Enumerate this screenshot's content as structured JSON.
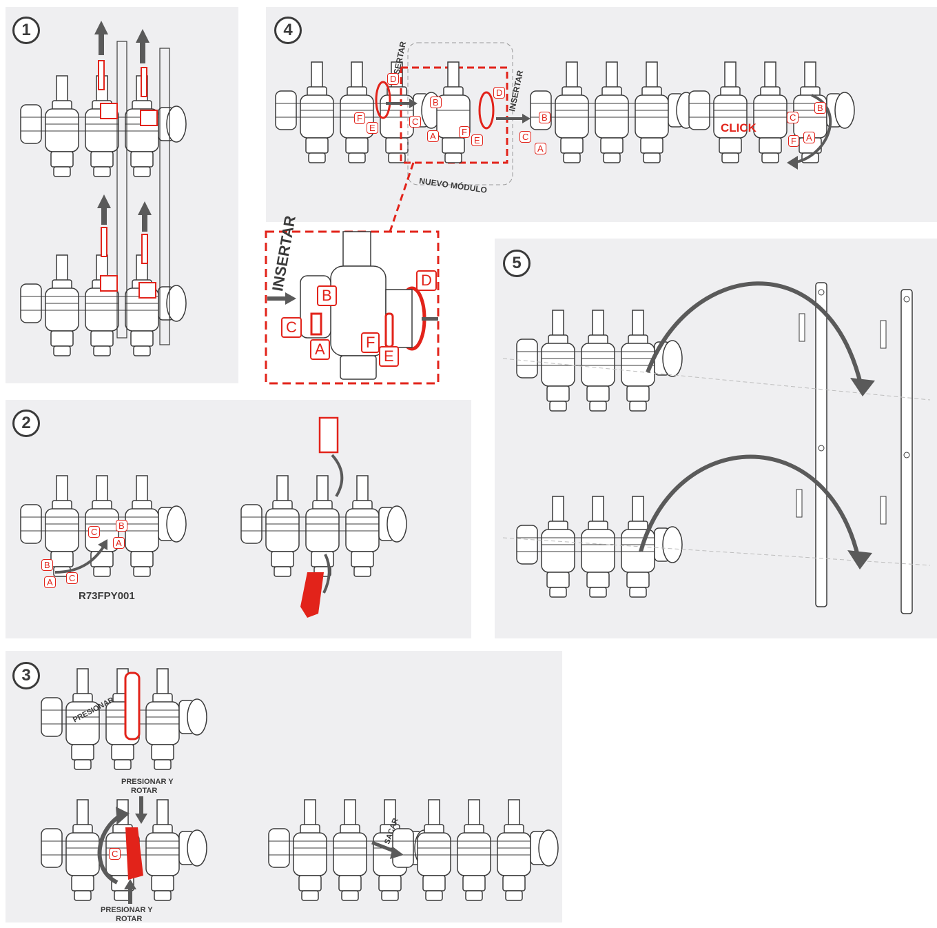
{
  "steps": {
    "one": "1",
    "two": "2",
    "three": "3",
    "four": "4",
    "five": "5"
  },
  "labels": {
    "insertar": "INSERTAR",
    "nuevo_modulo": "NUEVO MÓDULO",
    "click": "CLICK",
    "part_number": "R73FPY001",
    "presionar": "PRESIONAR",
    "presionar_rotar_line1": "PRESIONAR Y",
    "presionar_rotar_line2": "ROTAR",
    "sacar": "SACAR"
  },
  "parts": {
    "a": "A",
    "b": "B",
    "c": "C",
    "d": "D",
    "e": "E",
    "f": "F"
  },
  "colors": {
    "panel": "#efeff1",
    "accent": "#e2231a",
    "line": "#3a3a3a",
    "arrow": "#5a5a5a"
  }
}
